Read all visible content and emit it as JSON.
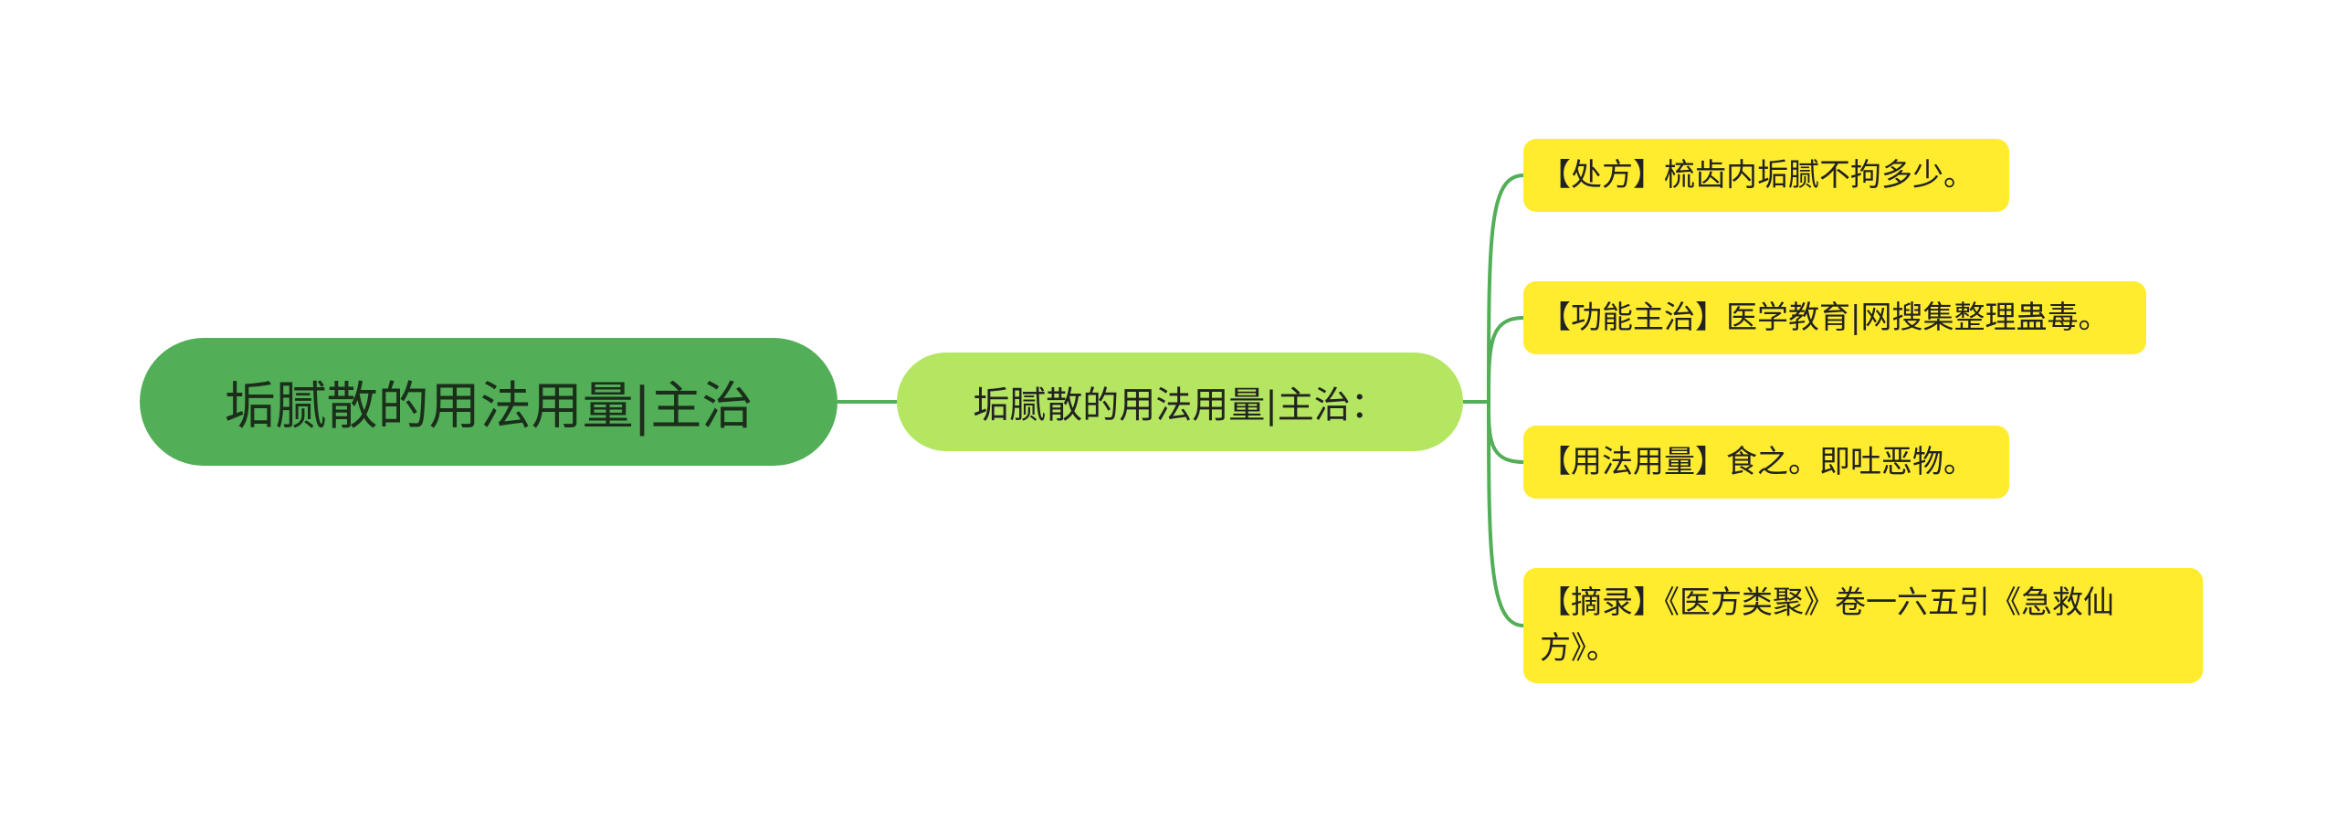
{
  "colors": {
    "root_fill": "#53ae58",
    "sub_fill": "#b5e661",
    "leaf_fill": "#ffec2f",
    "connector": "#53ae58"
  },
  "root": {
    "label": "垢腻散的用法用量|主治"
  },
  "sub": {
    "label": "垢腻散的用法用量|主治："
  },
  "leaves": [
    {
      "label": "【处方】梳齿内垢腻不拘多少。"
    },
    {
      "label": "【功能主治】医学教育|网搜集整理蛊毒。"
    },
    {
      "label": "【用法用量】食之。即吐恶物。"
    },
    {
      "label": "【摘录】《医方类聚》卷一六五引《急救仙方》。"
    }
  ]
}
